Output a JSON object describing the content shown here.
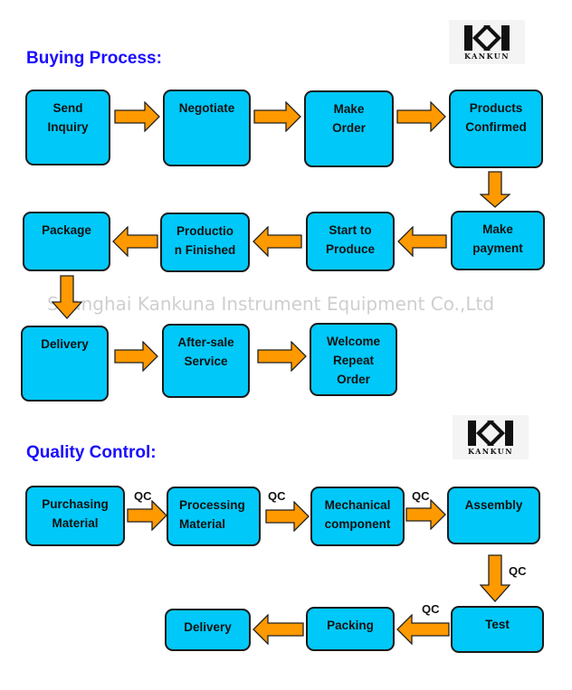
{
  "buying_process": {
    "title": "Buying Process:",
    "steps": [
      {
        "label": "Send\nInquiry"
      },
      {
        "label": "Negotiate"
      },
      {
        "label": "Make\nOrder"
      },
      {
        "label": "Products\nConfirmed"
      },
      {
        "label": "Make\npayment"
      },
      {
        "label": "Start to\nProduce"
      },
      {
        "label": "Productio\nn Finished"
      },
      {
        "label": "Package"
      },
      {
        "label": "Delivery"
      },
      {
        "label": "After-sale\nService"
      },
      {
        "label": "Welcome\nRepeat\nOrder"
      }
    ]
  },
  "quality_control": {
    "title": "Quality Control:",
    "qc_label": "QC",
    "steps": [
      {
        "label": "Purchasing\nMaterial"
      },
      {
        "label": "Processing\nMaterial"
      },
      {
        "label": "Mechanical\ncomponent"
      },
      {
        "label": "Assembly"
      },
      {
        "label": "Test"
      },
      {
        "label": "Packing"
      },
      {
        "label": "Delivery"
      }
    ]
  },
  "logo": {
    "text": "KANKUN"
  },
  "watermark": "Shanghai Kankuna Instrument Equipment Co.,Ltd",
  "colors": {
    "box_fill": "#00c8f8",
    "arrow_fill": "#ff9900",
    "title": "#1a0dff"
  }
}
